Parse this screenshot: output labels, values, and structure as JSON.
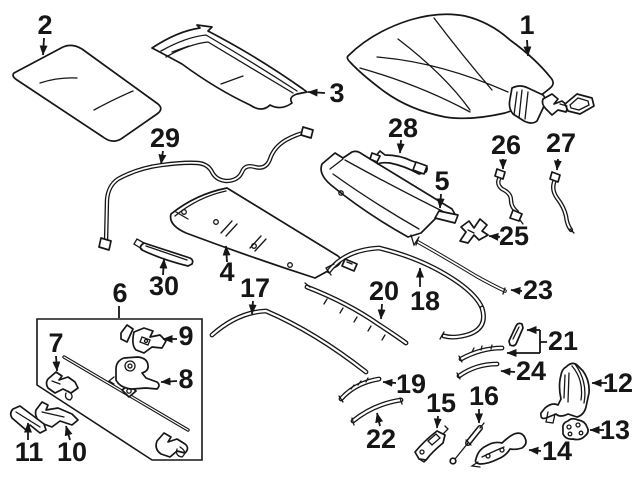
{
  "colors": {
    "ink": "#161616",
    "paper": "#ffffff"
  },
  "callouts": {
    "n1": "1",
    "n2": "2",
    "n3": "3",
    "n4": "4",
    "n5": "5",
    "n6": "6",
    "n7": "7",
    "n8": "8",
    "n9": "9",
    "n10": "10",
    "n11": "11",
    "n12": "12",
    "n13": "13",
    "n14": "14",
    "n15": "15",
    "n16": "16",
    "n17": "17",
    "n18": "18",
    "n19": "19",
    "n20": "20",
    "n21": "21",
    "n22": "22",
    "n23": "23",
    "n24": "24",
    "n25": "25",
    "n26": "26",
    "n27": "27",
    "n28": "28",
    "n29": "29",
    "n30": "30"
  }
}
